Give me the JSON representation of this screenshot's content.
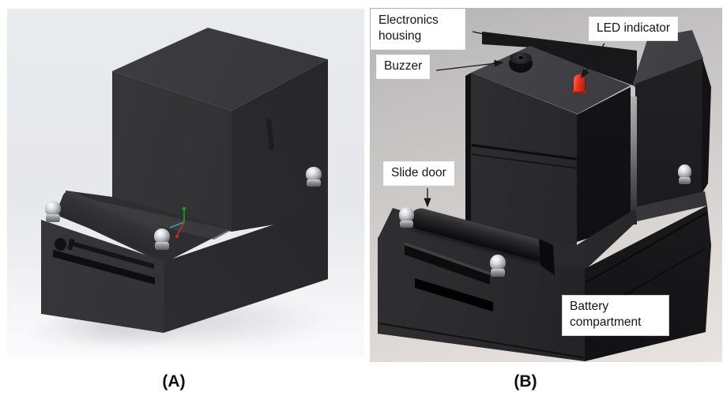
{
  "figure": {
    "panel_a": {
      "caption": "(A)"
    },
    "panel_b": {
      "caption": "(B)",
      "annotations": {
        "electronics_housing": "Electronics housing",
        "led_indicator": "LED indicator",
        "buzzer": "Buzzer",
        "slide_door": "Slide door",
        "battery_compartment": "Battery compartment"
      }
    },
    "colors": {
      "led_red": "#e6301f",
      "device_black": "#1d1d1f",
      "cad_background_gray": "#e8e9ec",
      "photo_background_gray": "#cfccca"
    }
  }
}
